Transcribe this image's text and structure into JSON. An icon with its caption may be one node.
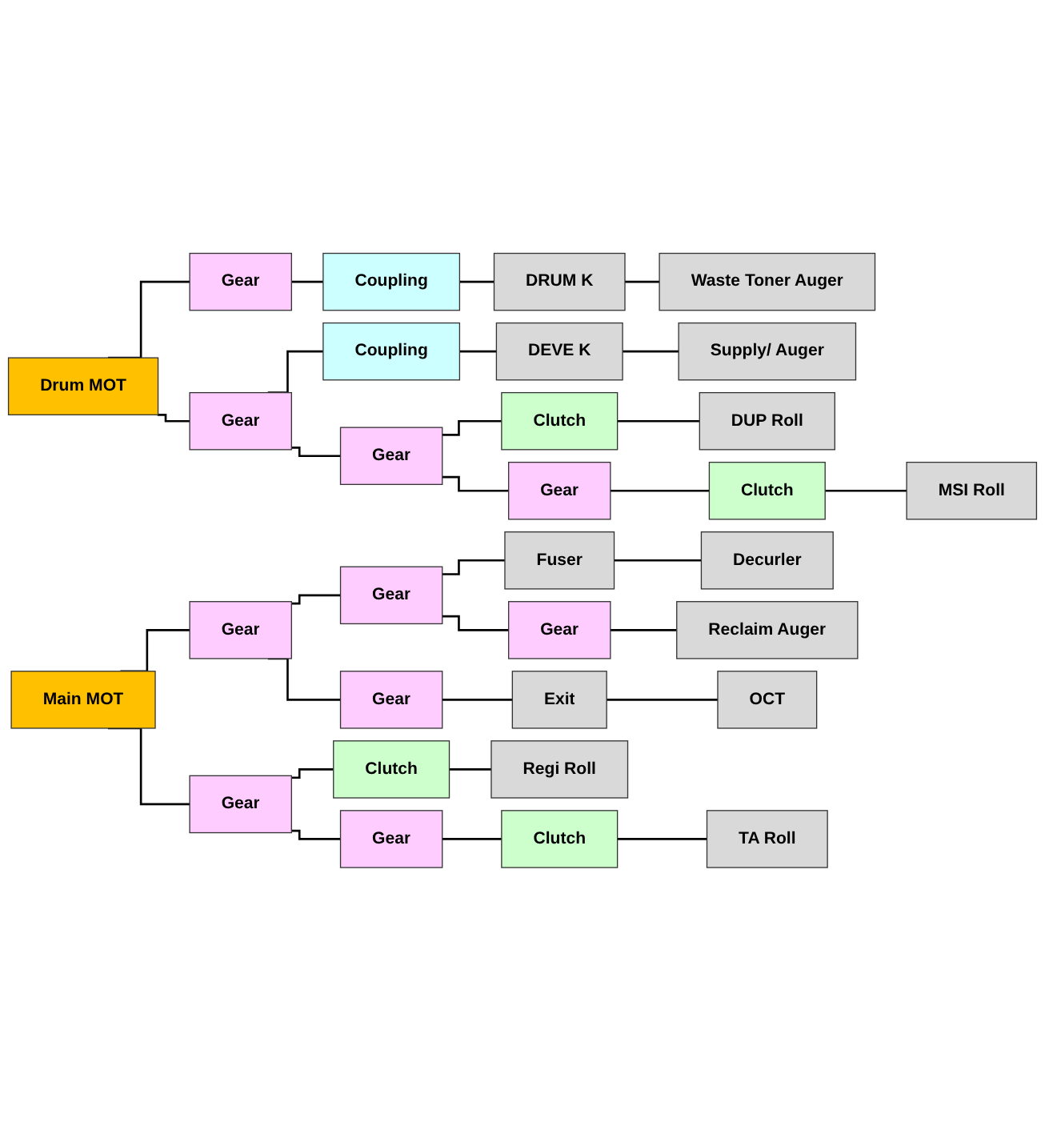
{
  "diagram": {
    "nodes": [
      {
        "text": [
          "Drum MOT"
        ]
      },
      {
        "text": [
          "Gear"
        ]
      },
      {
        "text": [
          "Coupling"
        ]
      },
      {
        "text": [
          "DRUM K"
        ]
      },
      {
        "text": [
          "Waste Toner Auger"
        ]
      },
      {
        "text": [
          "Gear"
        ]
      },
      {
        "text": [
          "Coupling"
        ]
      },
      {
        "text": [
          "DEVE K"
        ]
      },
      {
        "text": [
          "Supply/ Auger"
        ]
      },
      {
        "text": [
          "Gear"
        ]
      },
      {
        "text": [
          "Clutch"
        ]
      },
      {
        "text": [
          "DUP Roll"
        ]
      },
      {
        "text": [
          "Gear"
        ]
      },
      {
        "text": [
          "Clutch"
        ]
      },
      {
        "text": [
          "MSI Roll"
        ]
      },
      {
        "text": [
          "Main MOT"
        ]
      },
      {
        "text": [
          "Gear"
        ]
      },
      {
        "text": [
          "Gear"
        ]
      },
      {
        "text": [
          "Fuser"
        ]
      },
      {
        "text": [
          "Decurler"
        ]
      },
      {
        "text": [
          "Gear"
        ]
      },
      {
        "text": [
          "Reclaim Auger"
        ]
      },
      {
        "text": [
          "Gear"
        ]
      },
      {
        "text": [
          "Exit"
        ]
      },
      {
        "text": [
          "OCT"
        ]
      },
      {
        "text": [
          "Gear"
        ]
      },
      {
        "text": [
          "Clutch"
        ]
      },
      {
        "text": [
          "Regi Roll"
        ]
      },
      {
        "text": [
          "Gear"
        ]
      },
      {
        "text": [
          "Clutch"
        ]
      },
      {
        "text": [
          "TA Roll"
        ]
      }
    ],
    "edges": [
      {
        "from": 0,
        "to": 1,
        "arrow": "none"
      },
      {
        "from": 0,
        "to": 5,
        "arrow": "none"
      },
      {
        "from": 1,
        "to": 2,
        "arrow": "none"
      },
      {
        "from": 2,
        "to": 3,
        "arrow": "none"
      },
      {
        "from": 3,
        "to": 4,
        "arrow": "none"
      },
      {
        "from": 5,
        "to": 6,
        "arrow": "none"
      },
      {
        "from": 6,
        "to": 7,
        "arrow": "none"
      },
      {
        "from": 7,
        "to": 8,
        "arrow": "none"
      },
      {
        "from": 5,
        "to": 9,
        "arrow": "none"
      },
      {
        "from": 9,
        "to": 10,
        "arrow": "none"
      },
      {
        "from": 10,
        "to": 11,
        "arrow": "none"
      },
      {
        "from": 9,
        "to": 12,
        "arrow": "none"
      },
      {
        "from": 12,
        "to": 13,
        "arrow": "none"
      },
      {
        "from": 13,
        "to": 14,
        "arrow": "none"
      },
      {
        "from": 15,
        "to": 16,
        "arrow": "none"
      },
      {
        "from": 15,
        "to": 25,
        "arrow": "none"
      },
      {
        "from": 16,
        "to": 17,
        "arrow": "none"
      },
      {
        "from": 17,
        "to": 18,
        "arrow": "none"
      },
      {
        "from": 18,
        "to": 19,
        "arrow": "none"
      },
      {
        "from": 17,
        "to": 20,
        "arrow": "none"
      },
      {
        "from": 20,
        "to": 21,
        "arrow": "none"
      },
      {
        "from": 16,
        "to": 22,
        "arrow": "none"
      },
      {
        "from": 22,
        "to": 23,
        "arrow": "none"
      },
      {
        "from": 23,
        "to": 24,
        "arrow": "none"
      },
      {
        "from": 25,
        "to": 26,
        "arrow": "none"
      },
      {
        "from": 26,
        "to": 27,
        "arrow": "none"
      },
      {
        "from": 25,
        "to": 28,
        "arrow": "none"
      },
      {
        "from": 28,
        "to": 29,
        "arrow": "none"
      },
      {
        "from": 29,
        "to": 30,
        "arrow": "none"
      }
    ]
  }
}
